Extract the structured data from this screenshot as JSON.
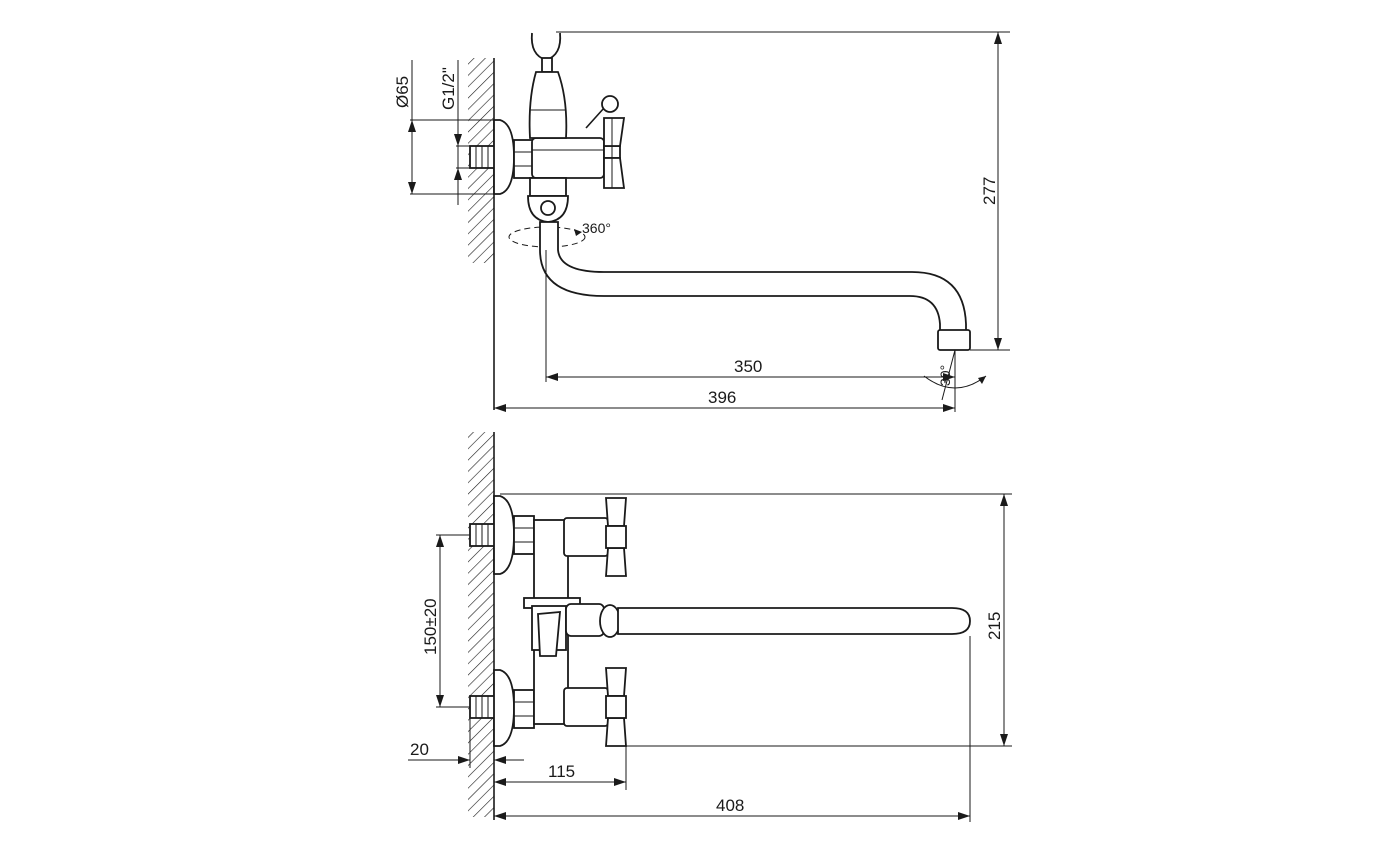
{
  "side_view": {
    "diameter_label": "Ø65",
    "thread_label": "G1/2\"",
    "rotation_label": "360°",
    "height_label": "277",
    "spout_reach_label": "350",
    "overall_length_label": "396",
    "aerator_angle_label": "30°"
  },
  "top_view": {
    "center_distance_label": "150±20",
    "offset_label": "20",
    "handle_depth_label": "115",
    "overall_length_label": "408",
    "height_label": "215"
  }
}
